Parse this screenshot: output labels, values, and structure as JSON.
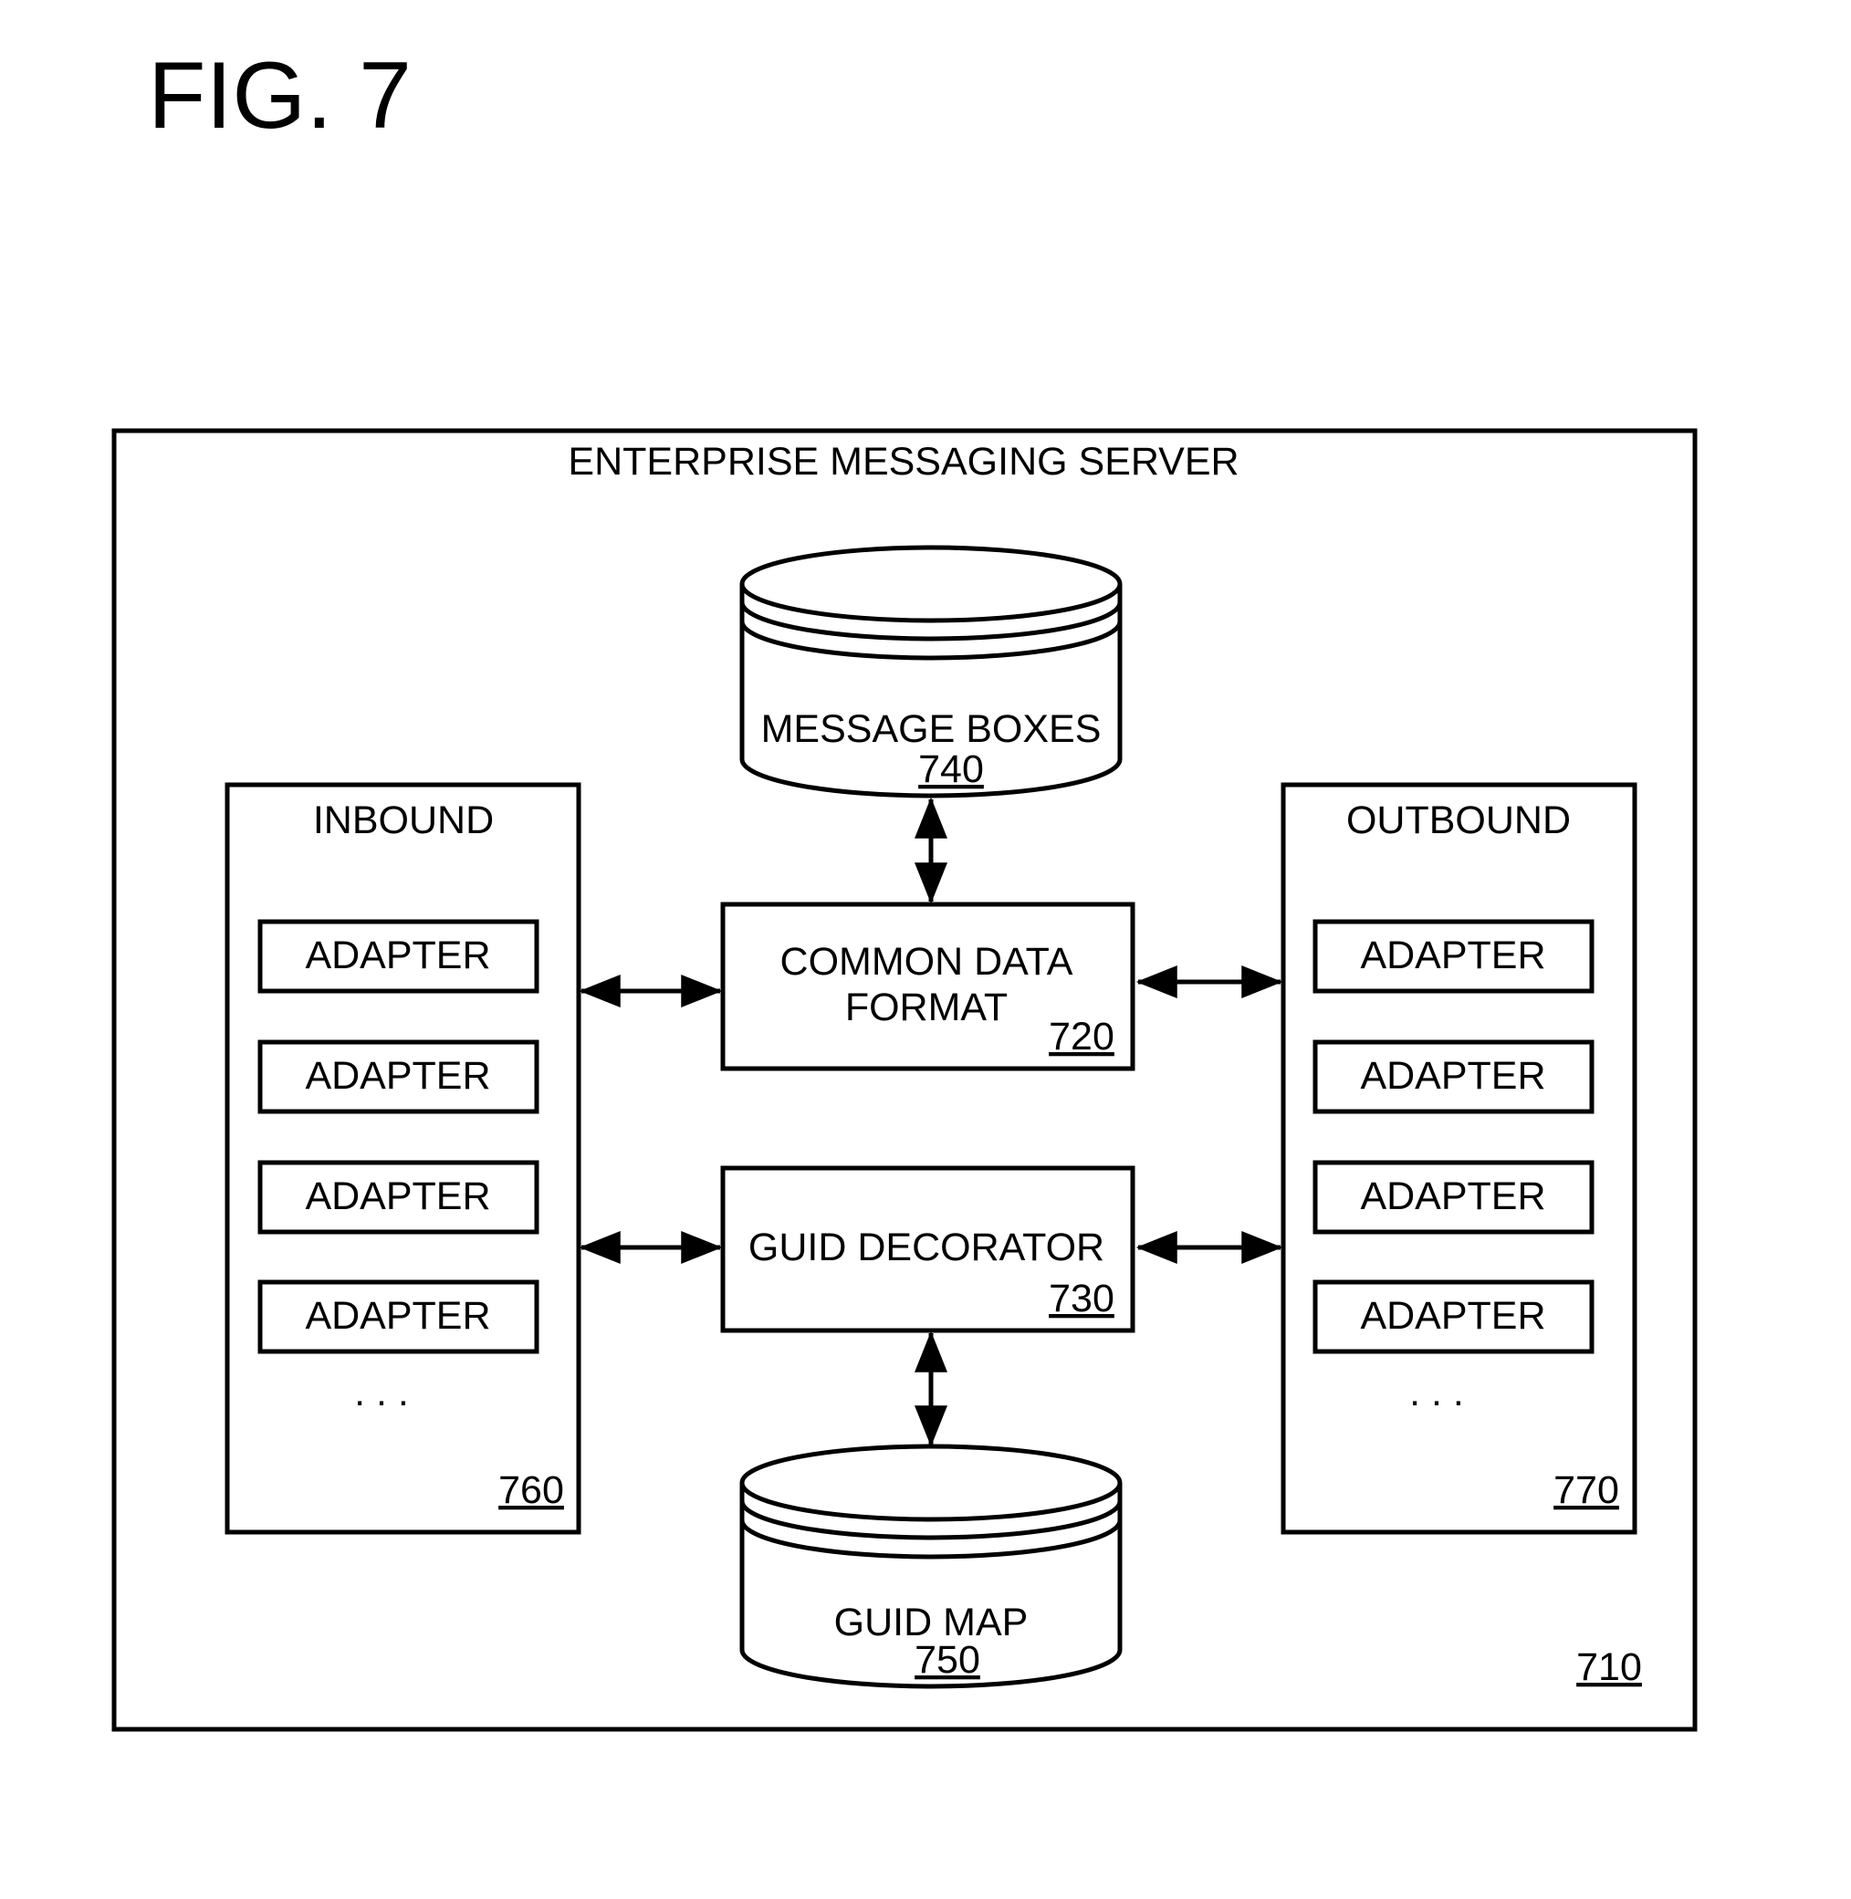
{
  "figure_label": "FIG. 7",
  "server": {
    "title": "ENTERPRISE MESSAGING SERVER",
    "ref": "710"
  },
  "message_boxes": {
    "label": "MESSAGE BOXES",
    "ref": "740"
  },
  "common_data_format": {
    "line1": "COMMON DATA",
    "line2": "FORMAT",
    "ref": "720"
  },
  "guid_decorator": {
    "label": "GUID DECORATOR",
    "ref": "730"
  },
  "guid_map": {
    "label": "GUID MAP",
    "ref": "750"
  },
  "inbound": {
    "title": "INBOUND",
    "ref": "760",
    "adapters": [
      "ADAPTER",
      "ADAPTER",
      "ADAPTER",
      "ADAPTER"
    ],
    "ellipsis": ". . ."
  },
  "outbound": {
    "title": "OUTBOUND",
    "ref": "770",
    "adapters": [
      "ADAPTER",
      "ADAPTER",
      "ADAPTER",
      "ADAPTER"
    ],
    "ellipsis": ". . ."
  }
}
